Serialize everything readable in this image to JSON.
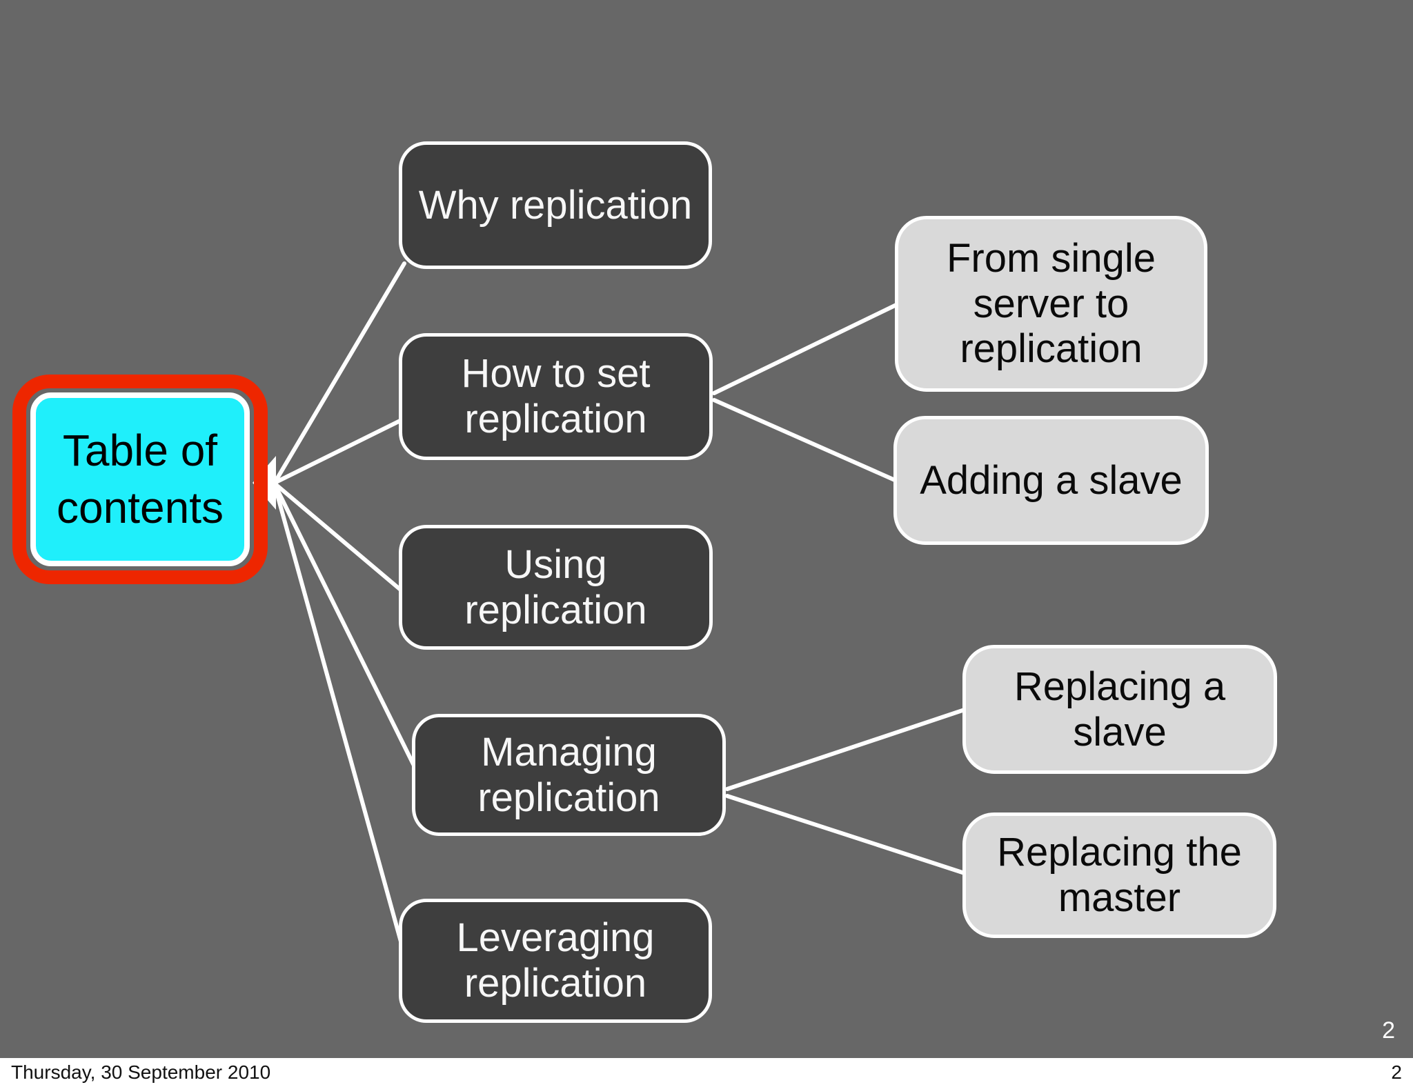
{
  "slide": {
    "background_color": "#676767",
    "page_number": "2"
  },
  "footer": {
    "date": "Thursday, 30 September 2010",
    "page_number": "2"
  },
  "mindmap": {
    "root": {
      "label": "Table of contents",
      "fill_color": "#1FEFFB",
      "highlight_border_color": "#EE2600"
    },
    "level1_nodes": [
      {
        "label": "Why replication"
      },
      {
        "label": "How to set replication"
      },
      {
        "label": "Using replication"
      },
      {
        "label": "Managing replication"
      },
      {
        "label": "Leveraging replication"
      }
    ],
    "level2_nodes": [
      {
        "label": "From single server to replication",
        "parent": "How to set replication"
      },
      {
        "label": "Adding a slave",
        "parent": "How to set replication"
      },
      {
        "label": "Replacing a slave",
        "parent": "Managing replication"
      },
      {
        "label": "Replacing the master",
        "parent": "Managing replication"
      }
    ],
    "colors": {
      "level1_fill": "#3E3E3E",
      "level2_fill": "#D9D9D9",
      "connector": "#FFFFFF"
    }
  }
}
